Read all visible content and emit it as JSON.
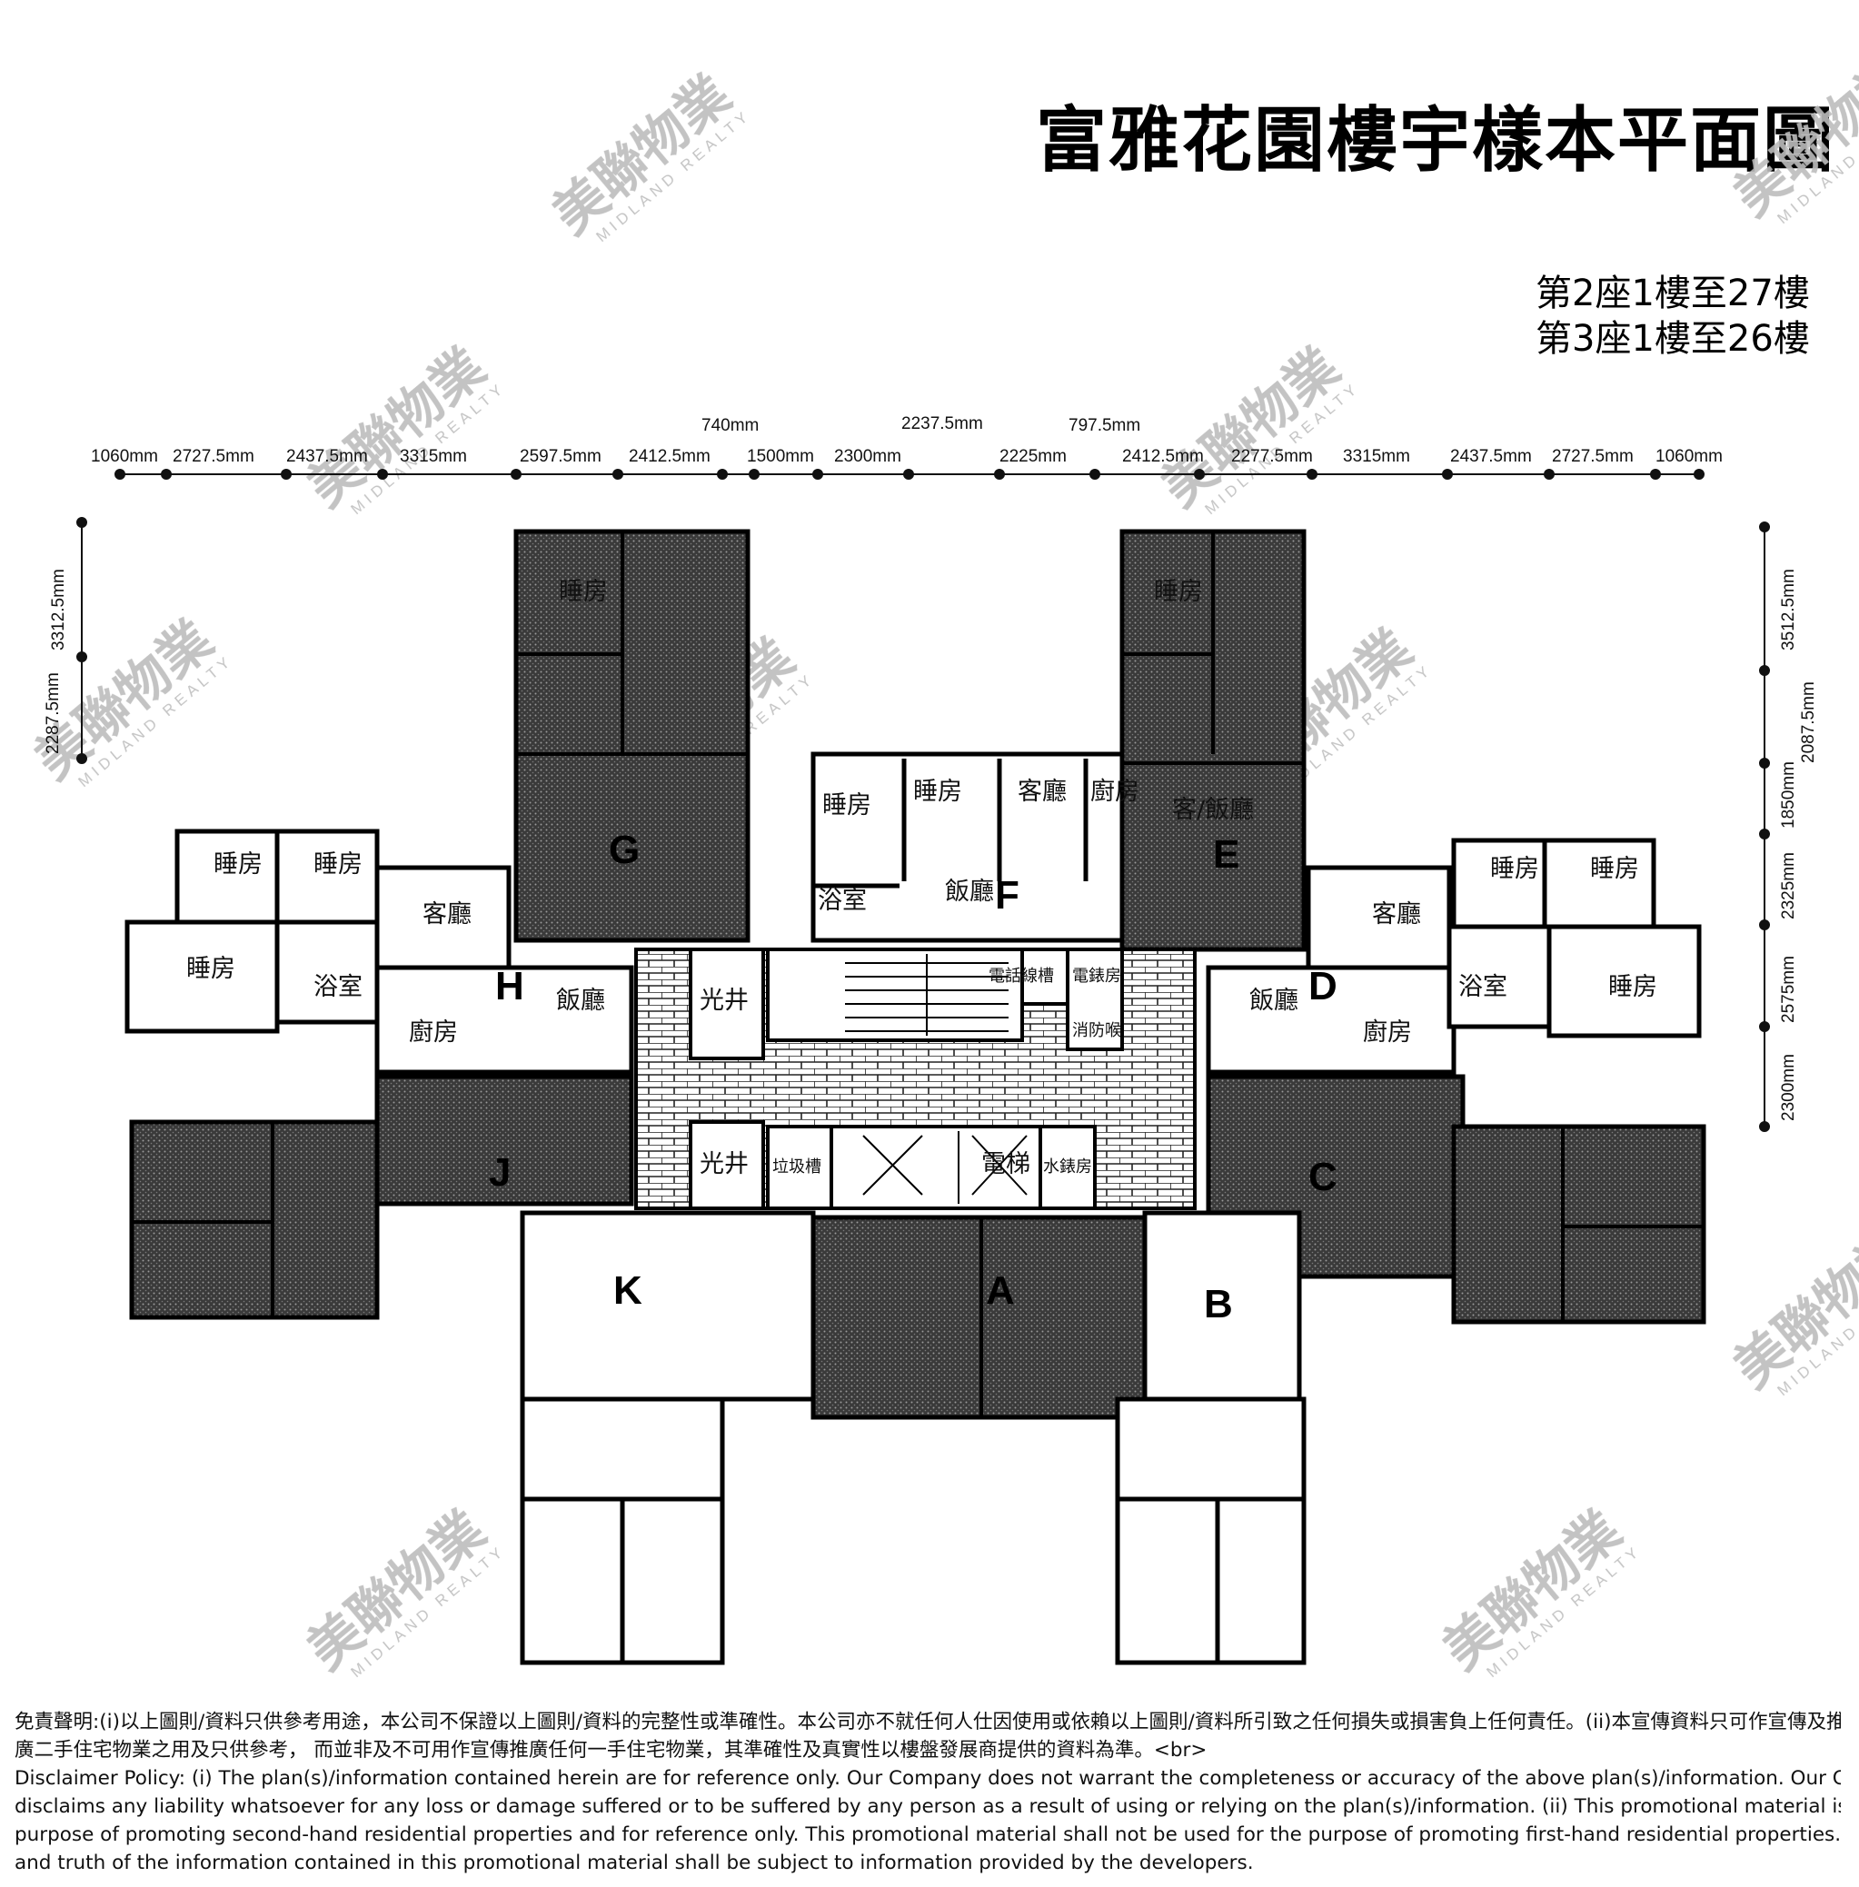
{
  "title": "富雅花園樓宇樣本平面圖",
  "blocks": [
    "第2座1樓至27樓",
    "第3座1樓至26樓"
  ],
  "dimensions": {
    "top_lower": [
      "1060mm",
      "2727.5mm",
      "2437.5mm",
      "3315mm",
      "2597.5mm",
      "2412.5mm",
      "1500mm",
      "2300mm",
      "2225mm",
      "2412.5mm",
      "2277.5mm",
      "3315mm",
      "2437.5mm",
      "2727.5mm",
      "1060mm"
    ],
    "top_upper": [
      "740mm",
      "2237.5mm",
      "797.5mm"
    ],
    "left": [
      "3312.5mm",
      "2287.5mm"
    ],
    "right": [
      "3512.5mm",
      "2087.5mm",
      "1850mm",
      "2325mm",
      "2575mm",
      "2300mm"
    ]
  },
  "flats": [
    "A",
    "B",
    "C",
    "D",
    "E",
    "F",
    "G",
    "H",
    "J",
    "K"
  ],
  "rooms": {
    "bedroom": "睡房",
    "living": "客廳",
    "dining": "飯廳",
    "kitchen": "廚房",
    "bathroom": "浴室",
    "living_dining": "客/飯廳",
    "light_well": "光井",
    "lift": "電梯",
    "phone_duct": "電話線槽",
    "electric_room": "電錶房",
    "fire_service": "消防喉",
    "refuse_chute": "垃圾槽",
    "water_meter": "水錶房"
  },
  "watermark": {
    "text": "美聯物業",
    "sub": "MIDLAND REALTY"
  },
  "disclaimer": [
    "免責聲明:(i)以上圖則/資料只供參考用途，本公司不保證以上圖則/資料的完整性或準確性。本公司亦不就任何人仕因使用或依賴以上圖則/資料所引致之任何損失或損害負上任何責任。(ii)本宣傳資料只可作宣傳及推<br>",
    "廣二手住宅物業之用及只供參考， 而並非及不可用作宣傳推廣任何一手住宅物業，其準確性及真實性以樓盤發展商提供的資料為準。<br>",
    "Disclaimer Policy: (i) The plan(s)/information contained herein are for reference only. Our Company does not warrant the completeness or accuracy of the above plan(s)/information. Our Company also<br>",
    "disclaims any liability whatsoever for any loss or damage suffered or to be suffered by any person as a result of using or relying on the plan(s)/information. (ii) This promotional material is for the<br>",
    "purpose of promoting second-hand residential properties and for reference only. This promotional material shall not be used for the purpose of promoting first-hand residential properties. The accuracy<br>",
    "and truth of the information contained in this promotional material shall be subject to information provided by the developers."
  ]
}
